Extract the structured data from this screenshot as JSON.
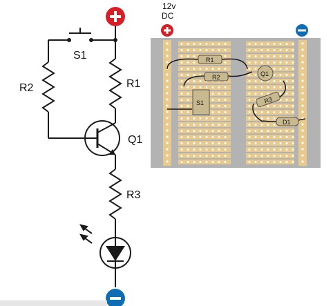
{
  "schematic": {
    "supply_positive_symbol": "+",
    "supply_negative_symbol": "-",
    "switch_label": "S1",
    "resistor_r2_label": "R2",
    "resistor_r1_label": "R1",
    "transistor_label": "Q1",
    "resistor_r3_label": "R3"
  },
  "stripboard": {
    "voltage_line1": "12v",
    "voltage_line2": "DC",
    "positive_symbol": "+",
    "negative_symbol": "-",
    "component_labels": {
      "r1": "R1",
      "r2": "R2",
      "q1": "Q1",
      "s1": "S1",
      "r3": "R3",
      "d1": "D1"
    }
  },
  "colors": {
    "wire": "#1a1a1a",
    "positive_terminal": "#d81f26",
    "negative_terminal": "#0f6db3",
    "board_background": "#b3b3b3",
    "copper_strip": "#e8c98e",
    "strip_hole": "#ffffff",
    "component_body": "#c9b98e",
    "transistor_body": "#c9b98e"
  },
  "icons": {
    "led_emission": "light-arrows-icon",
    "diode": "led-diode-icon",
    "transistor": "npn-transistor-icon",
    "switch": "push-switch-icon"
  }
}
